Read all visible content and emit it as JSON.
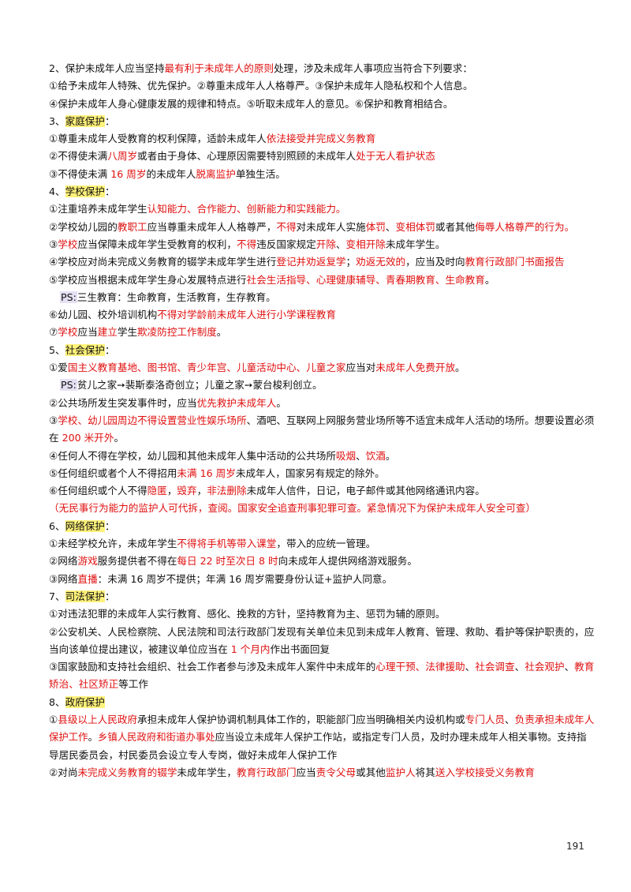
{
  "colors": {
    "emphasis": "#e01010",
    "heading_highlight": "#fff27a",
    "ps_highlight": "#e6e0f4",
    "text": "#111111"
  },
  "lines": [
    {
      "runs": [
        {
          "t": "2、保护未成年人应当坚持"
        },
        {
          "t": "最有利于未成年人的原则",
          "s": "r"
        },
        {
          "t": "处理，涉及未成年人事项应当符合下列要求："
        }
      ]
    },
    {
      "runs": [
        {
          "t": "①给予未成年人特殊、优先保护。②尊重未成年人人格尊严。③保护未成年人隐私权和个人信息。"
        }
      ]
    },
    {
      "runs": [
        {
          "t": "④保护未成年人身心健康发展的规律和特点。⑤听取未成年人的意见。⑥保护和教育相结合。"
        }
      ]
    },
    {
      "runs": [
        {
          "t": "3、"
        },
        {
          "t": "家庭保护",
          "s": "hl"
        },
        {
          "t": "："
        }
      ]
    },
    {
      "runs": [
        {
          "t": "①尊重未成年人受教育的权利保障，适龄未成年人"
        },
        {
          "t": "依法接受并完成义务教育",
          "s": "r"
        }
      ]
    },
    {
      "runs": [
        {
          "t": "②不得使未满"
        },
        {
          "t": "八周岁",
          "s": "r"
        },
        {
          "t": "或者由于身体、心理原因需要特别照顾的未成年人"
        },
        {
          "t": "处于无人看护状态",
          "s": "r"
        }
      ]
    },
    {
      "runs": [
        {
          "t": "③不得使未满 "
        },
        {
          "t": "16 周岁",
          "s": "r"
        },
        {
          "t": "的未成年人"
        },
        {
          "t": "脱离监护",
          "s": "r"
        },
        {
          "t": "单独生活。"
        }
      ]
    },
    {
      "runs": [
        {
          "t": "4、"
        },
        {
          "t": "学校保护",
          "s": "hl"
        },
        {
          "t": "："
        }
      ]
    },
    {
      "runs": [
        {
          "t": "①注重培养未成年学生"
        },
        {
          "t": "认知能力、合作能力、创新能力和实践能力。",
          "s": "r"
        }
      ]
    },
    {
      "runs": [
        {
          "t": "②学校幼儿园的"
        },
        {
          "t": "教职工",
          "s": "r"
        },
        {
          "t": "应当尊重未成年人人格尊严，"
        },
        {
          "t": "不得",
          "s": "r"
        },
        {
          "t": "对未成年人实施"
        },
        {
          "t": "体罚",
          "s": "r"
        },
        {
          "t": "、"
        },
        {
          "t": "变相体罚",
          "s": "r"
        },
        {
          "t": "或者其他"
        },
        {
          "t": "侮辱人格尊严的行为。",
          "s": "r"
        }
      ]
    },
    {
      "runs": [
        {
          "t": "③"
        },
        {
          "t": "学校",
          "s": "r"
        },
        {
          "t": "应当保障未成年学生受教育的权利，"
        },
        {
          "t": "不得",
          "s": "r"
        },
        {
          "t": "违反国家规定"
        },
        {
          "t": "开除",
          "s": "r"
        },
        {
          "t": "、"
        },
        {
          "t": "变相开除",
          "s": "r"
        },
        {
          "t": "未成年学生。"
        }
      ]
    },
    {
      "runs": [
        {
          "t": "④学校应对尚未完成义务教育的辍学未成年学生进行"
        },
        {
          "t": "登记并劝返复学",
          "s": "r"
        },
        {
          "t": "；"
        },
        {
          "t": "劝返无效的",
          "s": "r"
        },
        {
          "t": "，应当及时向"
        },
        {
          "t": "教育行政部门书面报告",
          "s": "r"
        }
      ]
    },
    {
      "runs": [
        {
          "t": "⑤学校应当根据未成年学生身心发展特点进行"
        },
        {
          "t": "社会生活指导、心理健康辅导、青春期教育、生命教育",
          "s": "r"
        },
        {
          "t": "。"
        }
      ]
    },
    {
      "indent": true,
      "runs": [
        {
          "t": "PS:",
          "s": "ps"
        },
        {
          "t": "三生教育：生命教育，生活教育，生存教育。"
        }
      ]
    },
    {
      "runs": [
        {
          "t": "⑥幼儿园、校外培训机构"
        },
        {
          "t": "不得对学龄前未成年人进行小学课程教育",
          "s": "r"
        }
      ]
    },
    {
      "runs": [
        {
          "t": "⑦"
        },
        {
          "t": "学校",
          "s": "r"
        },
        {
          "t": "应当"
        },
        {
          "t": "建立",
          "s": "r"
        },
        {
          "t": "学生"
        },
        {
          "t": "欺凌防控工作制度",
          "s": "r"
        },
        {
          "t": "。"
        }
      ]
    },
    {
      "runs": [
        {
          "t": "5、"
        },
        {
          "t": "社会保护",
          "s": "hl"
        },
        {
          "t": "："
        }
      ]
    },
    {
      "runs": [
        {
          "t": "①爱"
        },
        {
          "t": "国主义教育基地、图书馆、青少年宫、儿童活动中心、儿童之家",
          "s": "r"
        },
        {
          "t": "应当对"
        },
        {
          "t": "未成年人免费开放",
          "s": "r"
        },
        {
          "t": "。"
        }
      ]
    },
    {
      "indent": true,
      "runs": [
        {
          "t": "PS:",
          "s": "ps"
        },
        {
          "t": "贫儿之家➙裴斯泰洛奇创立；儿童之家➙蒙台梭利创立。"
        }
      ]
    },
    {
      "runs": [
        {
          "t": "②公共场所发生突发事件时，应当"
        },
        {
          "t": "优先救护未成年人",
          "s": "r"
        },
        {
          "t": "。"
        }
      ]
    },
    {
      "runs": [
        {
          "t": "③"
        },
        {
          "t": "学校、幼儿园周边不得设置营业性娱乐场所",
          "s": "r"
        },
        {
          "t": "、酒吧、互联网上网服务营业场所等不适宜未成年人活动的场所。想要设置必须"
        }
      ]
    },
    {
      "runs": [
        {
          "t": "在 "
        },
        {
          "t": "200 米开外",
          "s": "r"
        },
        {
          "t": "。"
        }
      ]
    },
    {
      "runs": [
        {
          "t": "④任何人不得在学校，幼儿园和其他未成年人集中活动的公共场所"
        },
        {
          "t": "吸烟",
          "s": "r"
        },
        {
          "t": "、"
        },
        {
          "t": "饮酒",
          "s": "r"
        },
        {
          "t": "。"
        }
      ]
    },
    {
      "runs": [
        {
          "t": "⑤任何组织或者个人不得招用"
        },
        {
          "t": "未满 16 周岁",
          "s": "r"
        },
        {
          "t": "未成年人，国家另有规定的除外。"
        }
      ]
    },
    {
      "runs": [
        {
          "t": "⑥任何组织或个人不得"
        },
        {
          "t": "隐匿",
          "s": "r"
        },
        {
          "t": "，"
        },
        {
          "t": "毁弃",
          "s": "r"
        },
        {
          "t": "，"
        },
        {
          "t": "非法删除",
          "s": "r"
        },
        {
          "t": "未成年人信件，日记，电子邮件或其他网络通讯内容。"
        }
      ]
    },
    {
      "runs": [
        {
          "t": "（无民事行为能力的监护人可代拆，查阅。国家安全追查刑事犯罪可查。紧急情况下为保护未成年人安全可查）",
          "s": "r"
        }
      ]
    },
    {
      "runs": [
        {
          "t": "6、"
        },
        {
          "t": "网络保护",
          "s": "hl"
        },
        {
          "t": "："
        }
      ]
    },
    {
      "runs": [
        {
          "t": "①未经学校允许，未成年学生"
        },
        {
          "t": "不得将手机等带入课堂",
          "s": "r"
        },
        {
          "t": "，带入的应统一管理。"
        }
      ]
    },
    {
      "runs": [
        {
          "t": "②网络"
        },
        {
          "t": "游戏",
          "s": "r"
        },
        {
          "t": "服务提供者不得在"
        },
        {
          "t": "每日 22 时至次日 8 时",
          "s": "r"
        },
        {
          "t": "向未成年人提供网络游戏服务。"
        }
      ]
    },
    {
      "runs": [
        {
          "t": "③网络"
        },
        {
          "t": "直播",
          "s": "r"
        },
        {
          "t": "：未满 16 周岁不提供；年满 16 周岁需要身份认证+监护人同意。"
        }
      ]
    },
    {
      "runs": [
        {
          "t": "7、"
        },
        {
          "t": "司法保护",
          "s": "hl"
        },
        {
          "t": "："
        }
      ]
    },
    {
      "runs": [
        {
          "t": "①对违法犯罪的未成年人实行教育、感化、挽救的方针，坚持教育为主、惩罚为辅的原则。"
        }
      ]
    },
    {
      "runs": [
        {
          "t": "②公安机关、人民检察院、人民法院和司法行政部门发现有关单位未见到未成年人教育、管理、救助、看护等保护职责的，应"
        }
      ]
    },
    {
      "runs": [
        {
          "t": "当向该单位提出建议，被建议单位应当在 "
        },
        {
          "t": "1 个月内",
          "s": "r"
        },
        {
          "t": "作出书面回复"
        }
      ]
    },
    {
      "runs": [
        {
          "t": "③国家鼓励和支持社会组织、社会工作者参与涉及未成年人案件中未成年的"
        },
        {
          "t": "心理干预、法律援助",
          "s": "r"
        },
        {
          "t": "、"
        },
        {
          "t": "社会调查",
          "s": "r"
        },
        {
          "t": "、"
        },
        {
          "t": "社会观护",
          "s": "r"
        },
        {
          "t": "、"
        },
        {
          "t": "教育",
          "s": "r"
        }
      ]
    },
    {
      "runs": [
        {
          "t": "矫治、社区矫正",
          "s": "r"
        },
        {
          "t": "等工作"
        }
      ]
    },
    {
      "runs": [
        {
          "t": "8、"
        },
        {
          "t": "政府保护",
          "s": "hl"
        }
      ]
    },
    {
      "runs": [
        {
          "t": "①"
        },
        {
          "t": "县级以上人民政府",
          "s": "r"
        },
        {
          "t": "承担未成年人保护协调机制具体工作的，职能部门应当明确相关内设机构或"
        },
        {
          "t": "专门人员",
          "s": "r"
        },
        {
          "t": "、"
        },
        {
          "t": "负责承担未成年人",
          "s": "r"
        }
      ]
    },
    {
      "runs": [
        {
          "t": "保护工作",
          "s": "r"
        },
        {
          "t": "。"
        },
        {
          "t": "乡镇人民政府和街道办事处",
          "s": "r"
        },
        {
          "t": "应当设立未成年人保护工作站，或指定专门人员，及时办理未成年人相关事物。支持指"
        }
      ]
    },
    {
      "runs": [
        {
          "t": "导居民委员会，村民委员会设立专人专岗，做好未成年人保护工作"
        }
      ]
    },
    {
      "runs": [
        {
          "t": "②对尚"
        },
        {
          "t": "未完成义务教育的辍学",
          "s": "r"
        },
        {
          "t": "未成年学生，"
        },
        {
          "t": "教育行政部门",
          "s": "r"
        },
        {
          "t": "应当"
        },
        {
          "t": "责令父母",
          "s": "r"
        },
        {
          "t": "或其他"
        },
        {
          "t": "监护人",
          "s": "r"
        },
        {
          "t": "将其"
        },
        {
          "t": "送入学校接受义务教育",
          "s": "r"
        }
      ]
    }
  ],
  "page_number": "191"
}
